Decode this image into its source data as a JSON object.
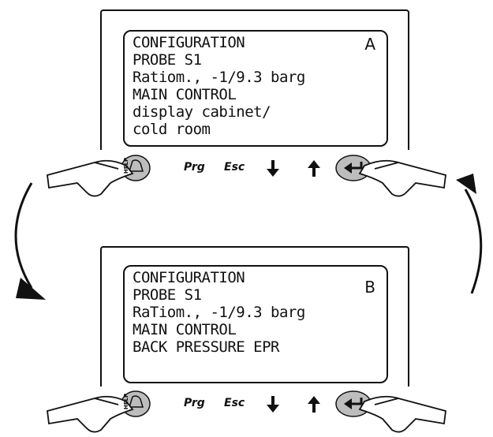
{
  "screen_a": {
    "tag": "A",
    "lines": [
      "CONFIGURATION",
      "PROBE S1",
      "Ratiom., -1/9.3 barg",
      "MAIN CONTROL",
      "display cabinet/",
      "cold room"
    ]
  },
  "screen_b": {
    "tag": "B",
    "lines": [
      "CONFIGURATION",
      "PROBE S1",
      "RaTiom., -1/9.3 barg",
      "MAIN CONTROL",
      "BACK PRESSURE EPR"
    ]
  },
  "keypad": {
    "help_label": "HELP",
    "prg_label": "Prg",
    "esc_label": "Esc"
  }
}
